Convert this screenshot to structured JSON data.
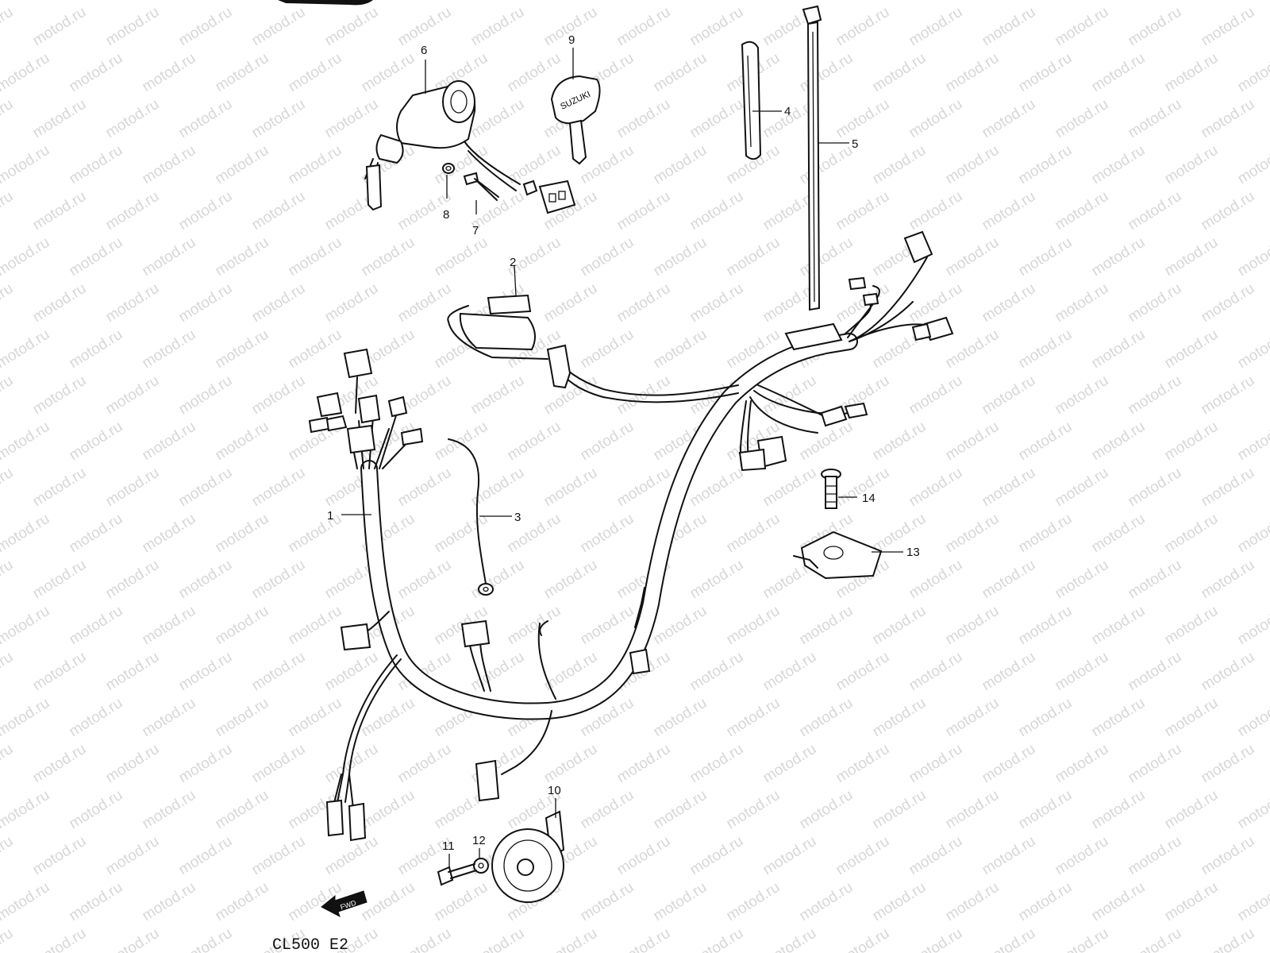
{
  "watermark": "motod.ru",
  "model_code": "CL500  E2",
  "fwd_label": "FWD",
  "key_stamp": "SUZUKI",
  "callouts": {
    "c1": "1",
    "c2": "2",
    "c3": "3",
    "c4": "4",
    "c5": "5",
    "c6": "6",
    "c7": "7",
    "c8": "8",
    "c9": "9",
    "c10": "10",
    "c11": "11",
    "c12": "12",
    "c13": "13",
    "c14": "14"
  }
}
